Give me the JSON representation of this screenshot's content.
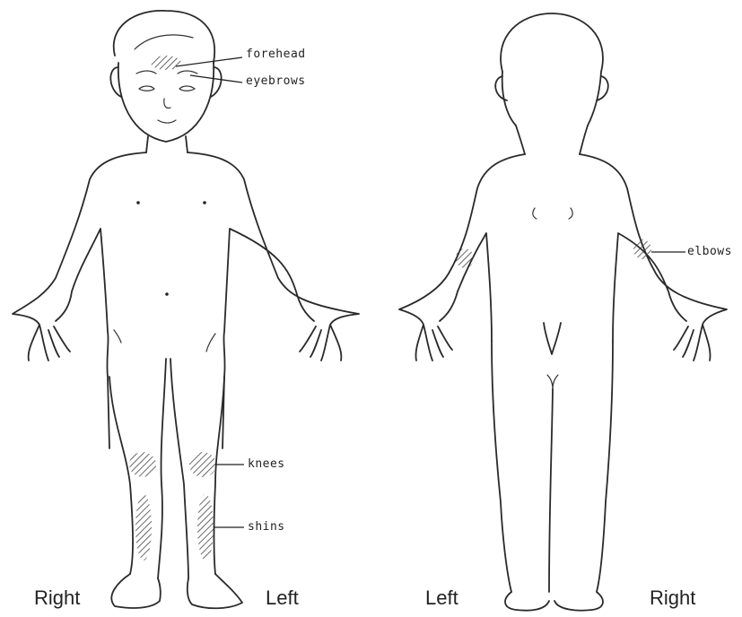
{
  "labels": {
    "forehead": "forehead",
    "eyebrows": "eyebrows",
    "knees": "knees",
    "shins": "shins",
    "elbows": "elbows"
  },
  "sides": {
    "front_right": "Right",
    "front_left": "Left",
    "back_left": "Left",
    "back_right": "Right"
  },
  "colors": {
    "line": "#2a2a2a",
    "hatch": "#444444",
    "background": "#ffffff"
  }
}
